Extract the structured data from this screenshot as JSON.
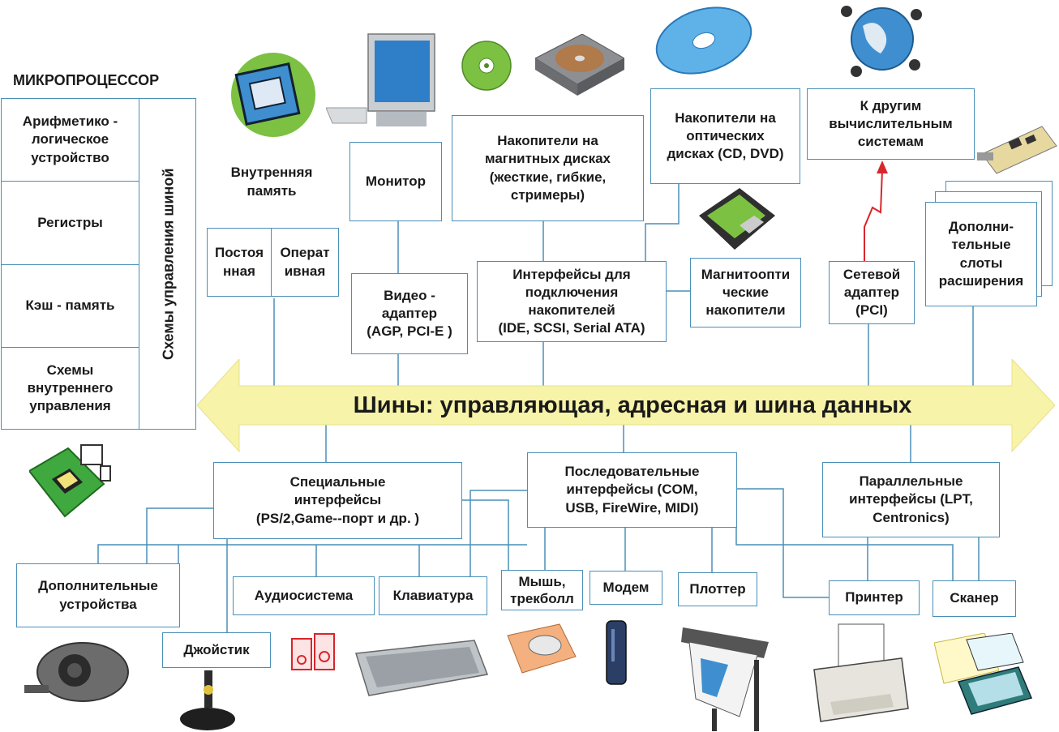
{
  "cpu": {
    "title": "МИКРОПРОЦЕССОР",
    "alu": "Арифметико -\nлогическое\nустройство",
    "registers": "Регистры",
    "cache": "Кэш - память",
    "internal_control": "Схемы\nвнутреннего\nуправления",
    "bus_control": "Схемы управления шиной"
  },
  "memory": {
    "title": "Внутренняя\nпамять",
    "rom": "Постоя\nнная",
    "ram": "Операт\nивная"
  },
  "monitor": "Монитор",
  "video_adapter": "Видео -\nадаптер\n(AGP, PCI-E )",
  "magnetic_disks": "Накопители на\nмагнитных дисках\n(жесткие, гибкие,\nстримеры)",
  "optical_disks": "Накопители на\nоптических\nдисках (CD, DVD)",
  "other_systems": "К другим\nвычислительным\nсистемам",
  "storage_interfaces": "Интерфейсы для\nподключения\nнакопителей\n(IDE, SCSI, Serial ATA)",
  "magneto_optical": "Магнитоопти\nческие\nнакопители",
  "network_adapter": "Сетевой\nадаптер\n(PCI)",
  "expansion_slots": "Дополни-\nтельные\nслоты\nрасширения",
  "bus_label": "Шины: управляющая, адресная и шина данных",
  "special_interfaces": "Специальные\nинтерфейсы\n(PS/2,Game--порт и др. )",
  "serial_interfaces": "Последовательные\nинтерфейсы (COM,\nUSB, FireWire, MIDI)",
  "parallel_interfaces": "Параллельные\nинтерфейсы (LPT,\nCentronics)",
  "devices": {
    "additional": "Дополнительные\nустройства",
    "joystick": "Джойстик",
    "audio": "Аудиосистема",
    "keyboard": "Клавиатура",
    "mouse": "Мышь,\nтрекболл",
    "modem": "Модем",
    "plotter": "Плоттер",
    "printer": "Принтер",
    "scanner": "Сканер"
  },
  "colors": {
    "border": "#4a8fb8",
    "bus_fill": "#f7f3a8",
    "arrow_red": "#d9262b",
    "icon_green": "#7cc142",
    "icon_blue": "#3f8fd0"
  }
}
